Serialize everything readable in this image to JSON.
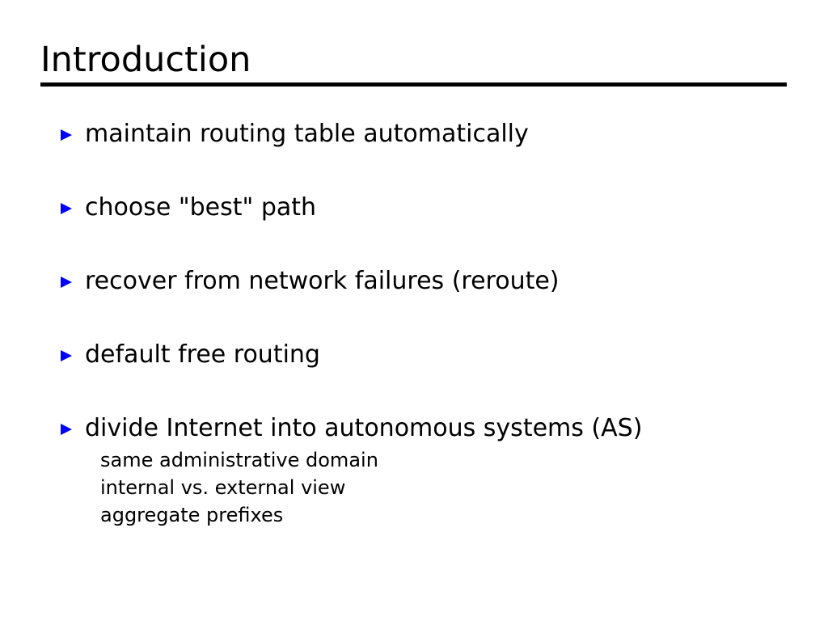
{
  "slide": {
    "title": "Introduction",
    "colors": {
      "background": "#ffffff",
      "text": "#000000",
      "rule": "#000000",
      "bullet_marker": "#0000ff",
      "sub_bullet_marker": "#0000cc"
    },
    "markers": {
      "level1_icon": "triangle-right-icon",
      "level2_icon": "dot-icon"
    },
    "bullets": [
      {
        "text": "maintain routing table automatically",
        "sub_bullets": []
      },
      {
        "text": "choose \"best\" path",
        "sub_bullets": []
      },
      {
        "text": "recover from network failures (reroute)",
        "sub_bullets": []
      },
      {
        "text": "default free routing",
        "sub_bullets": []
      },
      {
        "text": "divide Internet into autonomous systems (AS)",
        "sub_bullets": [
          "same administrative domain",
          "internal vs. external view",
          "aggregate prefixes"
        ]
      }
    ]
  }
}
